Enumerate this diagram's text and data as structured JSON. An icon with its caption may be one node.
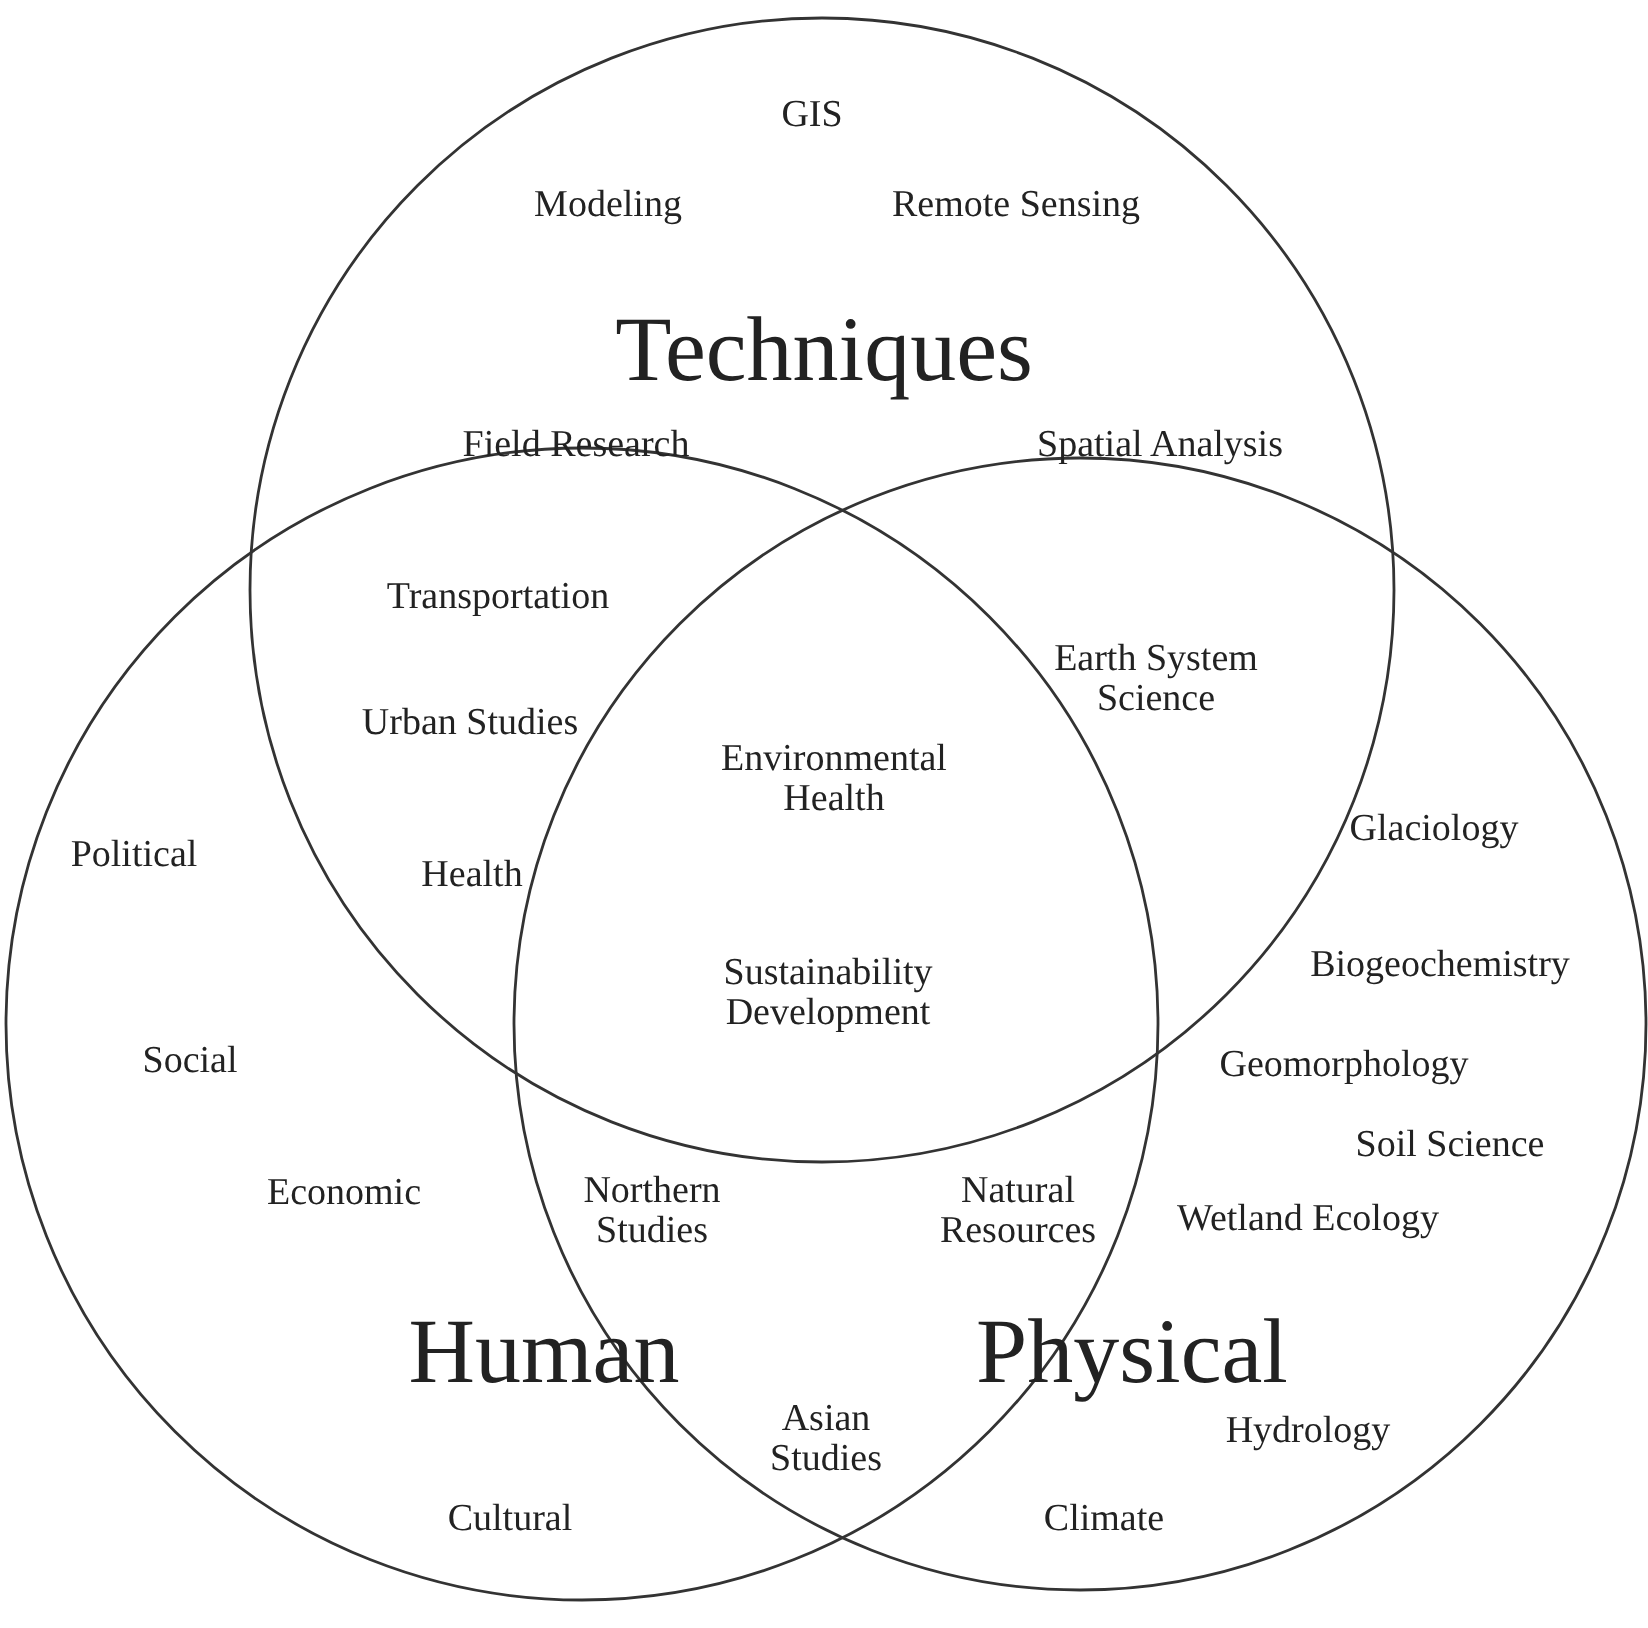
{
  "diagram": {
    "nodes": [
      {
        "text": [
          "Techniques"
        ]
      },
      {
        "text": [
          "Human"
        ]
      },
      {
        "text": [
          "Physical"
        ]
      }
    ],
    "edges": [],
    "labels": [
      "GIS",
      "Modeling",
      "Remote Sensing",
      "Field Research",
      "Spatial Analysis",
      "Transportation",
      "Earth System Science",
      "Urban Studies",
      "Environmental Health",
      "Glaciology",
      "Political",
      "Health",
      "Biogeochemistry",
      "Sustainability Development",
      "Social",
      "Geomorphology",
      "Soil Science",
      "Economic",
      "Northern Studies",
      "Natural Resources",
      "Wetland Ecology",
      "Asian Studies",
      "Hydrology",
      "Cultural",
      "Climate"
    ]
  }
}
